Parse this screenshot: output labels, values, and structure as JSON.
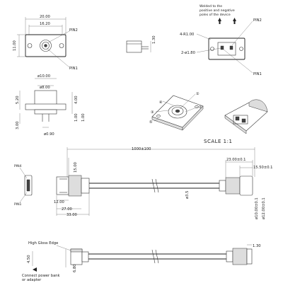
{
  "top_view": {
    "width_outer": "20.00",
    "width_inner": "16.20",
    "height": "11.00",
    "pin2": "PIN2",
    "pin1": "PIN1"
  },
  "side_small": {
    "height": "1.30"
  },
  "back_view": {
    "note_line1": "Welded to the",
    "note_line2": "positive and negative",
    "note_line3": "poles of the device",
    "r_label": "4-R1.00",
    "d_label": "2-ø1.80",
    "pin2": "PIN2",
    "pin1": "PIN1"
  },
  "front_view": {
    "d10": "ø10.00",
    "d8": "ø8.00",
    "h520": "5.20",
    "h400": "4.00",
    "h300": "3.00",
    "h100a": "1.00",
    "h100b": "1.00",
    "d090": "ø0.90"
  },
  "iso_view": {
    "n1": "①",
    "n2": "②",
    "n3": "③",
    "n4": "④",
    "n5": "⑤"
  },
  "scale": "SCALE  1:1",
  "cable": {
    "pin4": "PIN4",
    "pin1": "PIN1",
    "length": "1000±100",
    "h1500": "15.00",
    "d1200": "12.00",
    "d2700": "27.00",
    "d3300": "33.00",
    "cable_d": "ø3.5",
    "r2300": "23.00±0.1",
    "r1550": "15.50±0.1",
    "d1000": "ø10.00±0.1",
    "d1200b": "ø12.00±0.1"
  },
  "bottom": {
    "gloss": "High Gloss Edge",
    "w450": "4.50",
    "w680": "6.80",
    "h130": "1.30",
    "note1": "Connect power bank",
    "note2": "or adapter"
  }
}
